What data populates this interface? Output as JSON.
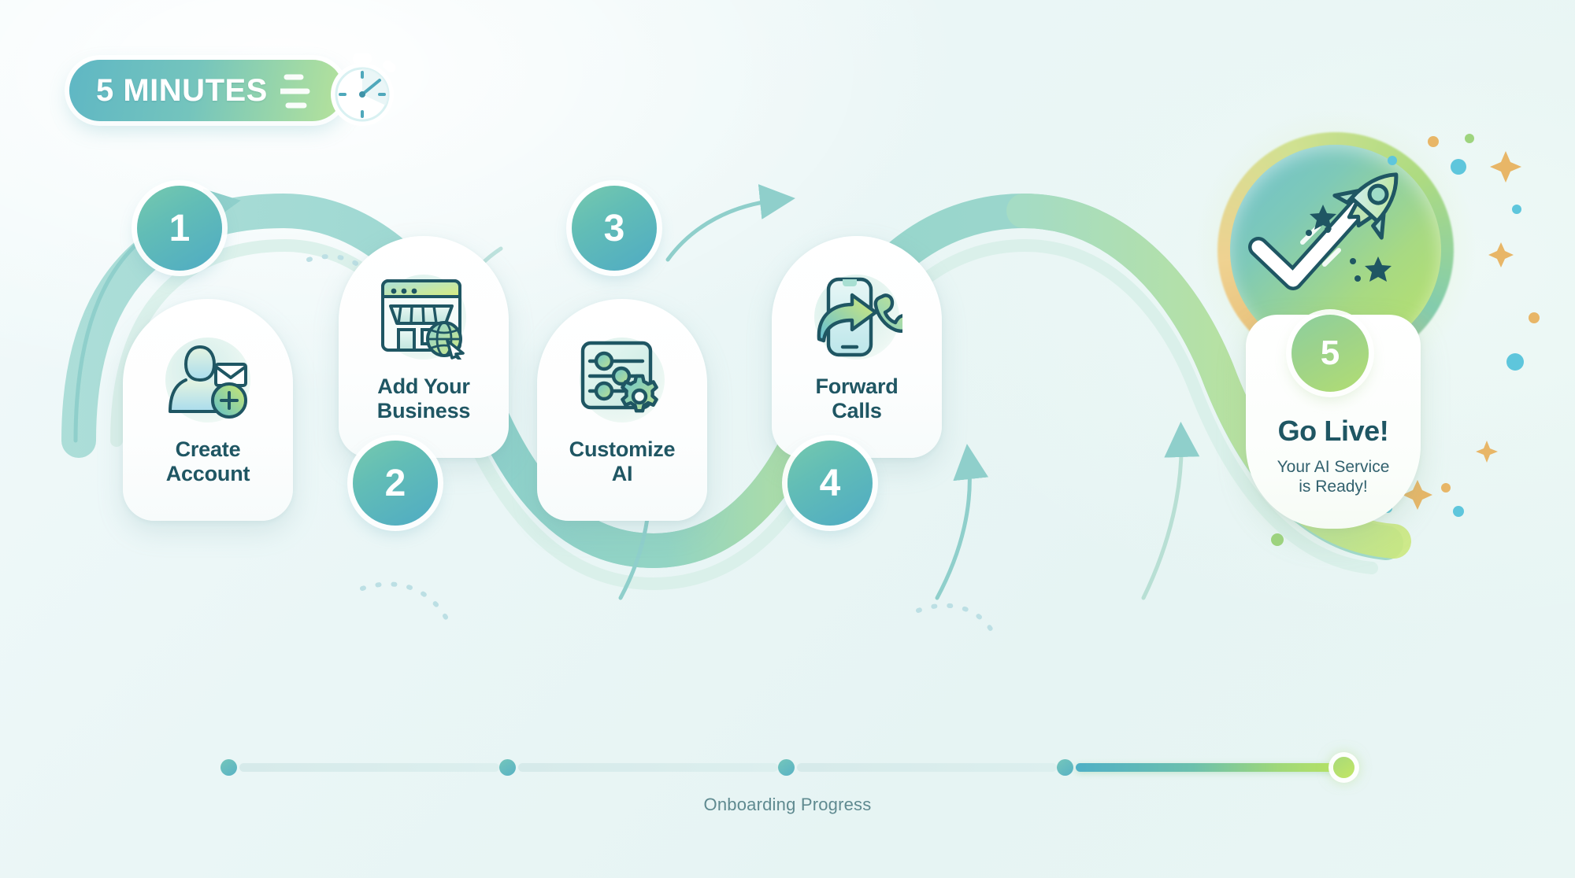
{
  "badge": {
    "label": "5 MINUTES",
    "icon": "stopwatch-icon"
  },
  "steps": [
    {
      "number": "1",
      "label_line1": "Create",
      "label_line2": "Account",
      "icon": "user-add-email-icon",
      "position": "up"
    },
    {
      "number": "2",
      "label_line1": "Add Your",
      "label_line2": "Business",
      "icon": "storefront-browser-globe-icon",
      "position": "down"
    },
    {
      "number": "3",
      "label_line1": "Customize",
      "label_line2": "AI",
      "icon": "settings-sliders-gear-icon",
      "position": "up"
    },
    {
      "number": "4",
      "label_line1": "Forward",
      "label_line2": "Calls",
      "icon": "phone-forward-icon",
      "position": "down"
    }
  ],
  "final": {
    "number": "5",
    "title": "Go Live!",
    "subtitle_line1": "Your AI Service",
    "subtitle_line2": "is Ready!",
    "icon": "rocket-checkmark-icon"
  },
  "progress": {
    "label": "Onboarding Progress",
    "total_steps": 5,
    "filled_segments": 1
  },
  "colors": {
    "accent_teal": "#4FB0C6",
    "accent_green": "#B6E264",
    "text_dark": "#1F5663",
    "text_muted": "#5F8A90",
    "gold": "#E8B667"
  }
}
